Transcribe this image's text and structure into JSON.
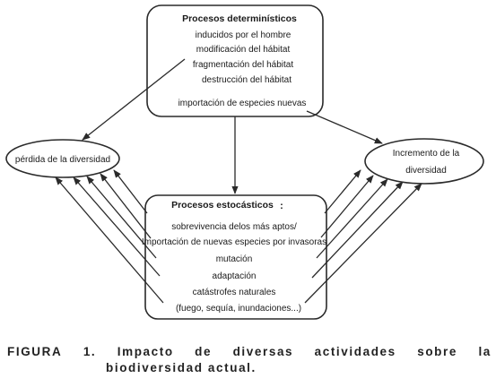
{
  "deterministic": {
    "title": "Procesos determinísticos",
    "items": [
      "inducidos por el hombre",
      "modificación del hábitat",
      "fragmentación del hábitat",
      "destrucción del hábitat",
      "importación de especies nuevas"
    ]
  },
  "loss": {
    "label": "pérdida de la diversidad"
  },
  "gain": {
    "line1": "Incremento de la",
    "line2": "diversidad"
  },
  "stochastic": {
    "title": "Procesos estocásticos",
    "title_suffix": ":",
    "items": [
      "sobrevivencia delos más aptos/",
      "Importación de nuevas especies por invasoras",
      "mutación",
      "adaptación",
      "catástrofes naturales",
      "(fuego, sequía, inundaciones...)"
    ]
  },
  "caption": {
    "words": [
      "FIGURA",
      "1.",
      "Impacto",
      "de",
      "diversas",
      "actividades",
      "sobre",
      "la"
    ],
    "line2": "biodiversidad actual."
  }
}
